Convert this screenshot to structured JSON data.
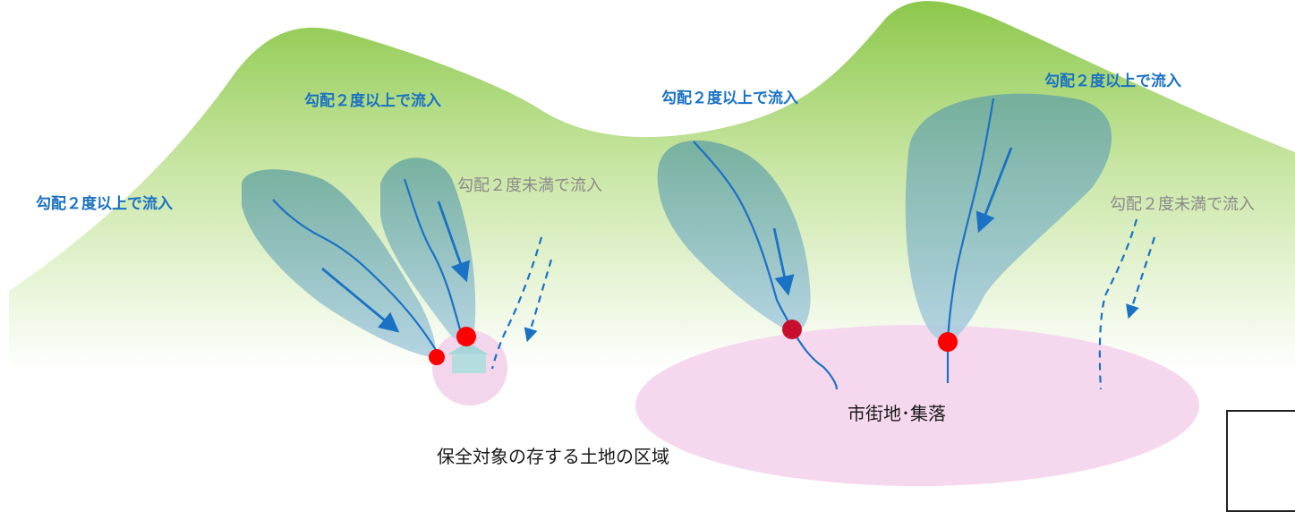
{
  "labels": {
    "steep_inflow": "勾配２度以上で流入",
    "gentle_inflow": "勾配２度未満で流入",
    "urban_area": "市街地･集落",
    "protected_area": "保全対象の存する土地の区域"
  },
  "colors": {
    "mountain_top": "#8cc84b",
    "mountain_bottom": "#ffffff",
    "catchment": "#7fb3c9",
    "stream": "#1a72c4",
    "inflow_point": "#ff0000",
    "protected_zone": "#f6d8ee",
    "house": "#b5dde0",
    "label_blue": "#1a72c4",
    "label_gray": "#8a8a8a"
  },
  "icons": {
    "house": "house-icon",
    "inflow_point": "inflow-point-marker"
  }
}
